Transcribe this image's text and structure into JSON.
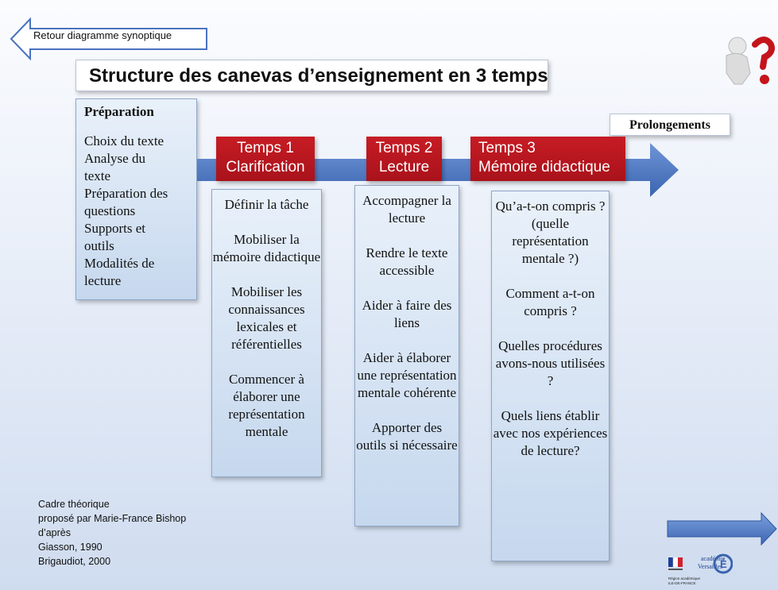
{
  "nav": {
    "back_label": "Retour diagramme synoptique"
  },
  "title": "Structure des canevas d’enseignement en 3 temps",
  "preparation": {
    "title": "Préparation",
    "items": [
      "Choix du texte",
      "Analyse du",
      "texte",
      "Préparation des",
      "questions",
      "Supports et",
      "outils",
      "Modalités de",
      "lecture"
    ]
  },
  "prolongements": "Prolongements",
  "temps": [
    {
      "line1": "Temps 1",
      "line2": "Clarification"
    },
    {
      "line1": "Temps 2",
      "line2": "Lecture"
    },
    {
      "line1": "Temps 3",
      "line2": "Mémoire didactique"
    }
  ],
  "temps1_items": [
    "Définir la tâche",
    "Mobiliser la mémoire didactique",
    "Mobiliser les connaissances lexicales et référentielles",
    "Commencer à élaborer une représentation mentale"
  ],
  "temps2_items": [
    "Accompagner la lecture",
    "Rendre le texte accessible",
    "Aider à faire des liens",
    "Aider à élaborer une représentation mentale cohérente",
    "Apporter des outils si nécessaire"
  ],
  "temps3_items": [
    "Qu’a-t-on compris ? (quelle représentation mentale ?)",
    "Comment a-t-on compris ?",
    "Quelles procédures avons-nous utilisées ?",
    "Quels liens établir avec nos expériences de lecture?"
  ],
  "credit": [
    "Cadre théorique",
    "proposé par Marie-France Bishop",
    "d’après",
    "Giasson, 1990",
    "Brigaudiot, 2000"
  ],
  "logo": {
    "line1": "académie",
    "line2": "Versailles",
    "region": "Région académique",
    "region2": "ILE-DE-FRANCE"
  },
  "colors": {
    "red": "#b8161e",
    "arrow": "#4a78c2",
    "box": "#d5e2f3"
  }
}
